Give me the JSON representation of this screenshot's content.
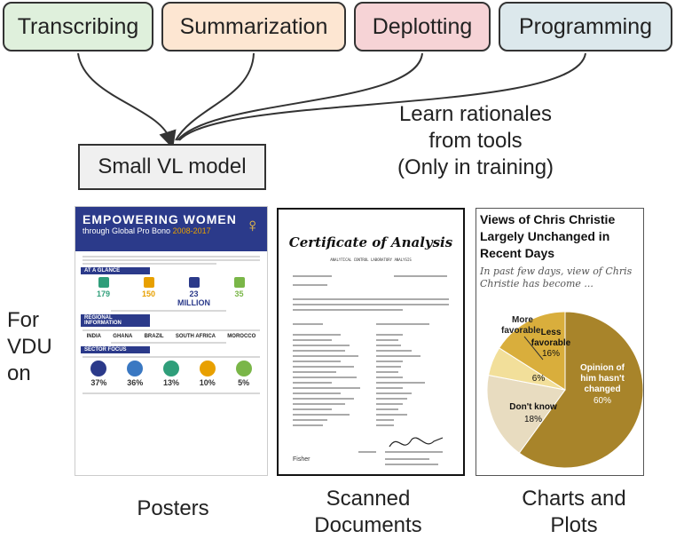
{
  "tools": [
    "Transcribing",
    "Summarization",
    "Deplotting",
    "Programming"
  ],
  "tool_colors": [
    "#dff0dc",
    "#fde6d2",
    "#f6d3d6",
    "#dce8ec"
  ],
  "rationale_label": [
    "Learn rationales",
    "from tools",
    "(Only in training)"
  ],
  "model_label": "Small VL model",
  "vdu_label": [
    "For",
    "VDU",
    "on"
  ],
  "categories": {
    "posters": "Posters",
    "scanned": [
      "Scanned",
      "Documents"
    ],
    "charts": [
      "Charts and",
      "Plots"
    ]
  },
  "poster": {
    "title": "EMPOWERING WOMEN",
    "subtitle_pre": "through Global Pro Bono ",
    "subtitle_years": "2008-2017",
    "section1": "AT A GLANCE",
    "stats": [
      {
        "num": "179",
        "color": "#2f9e7a"
      },
      {
        "num": "150",
        "color": "#e8a000"
      },
      {
        "num": "23 MILLION",
        "color": "#2b3a8a"
      },
      {
        "num": "35",
        "color": "#7ab648"
      }
    ],
    "section2": "REGIONAL INFORMATION",
    "countries": [
      "INDIA",
      "GHANA",
      "BRAZIL",
      "SOUTH AFRICA",
      "MOROCCO"
    ],
    "section3": "SECTOR FOCUS",
    "sectors": [
      {
        "pct": "37%",
        "color": "#2b3a8a"
      },
      {
        "pct": "36%",
        "color": "#3a78c2"
      },
      {
        "pct": "13%",
        "color": "#2f9e7a"
      },
      {
        "pct": "10%",
        "color": "#e8a000"
      },
      {
        "pct": "5%",
        "color": "#7ab648"
      }
    ]
  },
  "certificate": {
    "title": "Certificate of Analysis",
    "heading": "ANALYTICAL CONTROL LABORATORY ANALYSIS"
  },
  "chart_data": {
    "type": "pie",
    "title": "Views of Chris Christie Largely Unchanged in Recent Days",
    "subtitle": "In past few days, view of Chris Christie has become ...",
    "slices": [
      {
        "label": "Opinion of him hasn't changed",
        "value": 60,
        "color": "#a8842a"
      },
      {
        "label": "Don't know",
        "value": 18,
        "color": "#e8dcc0"
      },
      {
        "label": "More favorable",
        "value": 6,
        "color": "#f2df9a"
      },
      {
        "label": "Less favorable",
        "value": 16,
        "color": "#d9ae3c"
      }
    ],
    "labels": {
      "changed": [
        "Opinion of",
        "him hasn't",
        "changed",
        "60%"
      ],
      "dontknow": [
        "Don't know",
        "18%"
      ],
      "more": [
        "More",
        "favorable"
      ],
      "more_pct": "6%",
      "less": [
        "Less",
        "favorable",
        "16%"
      ]
    }
  }
}
